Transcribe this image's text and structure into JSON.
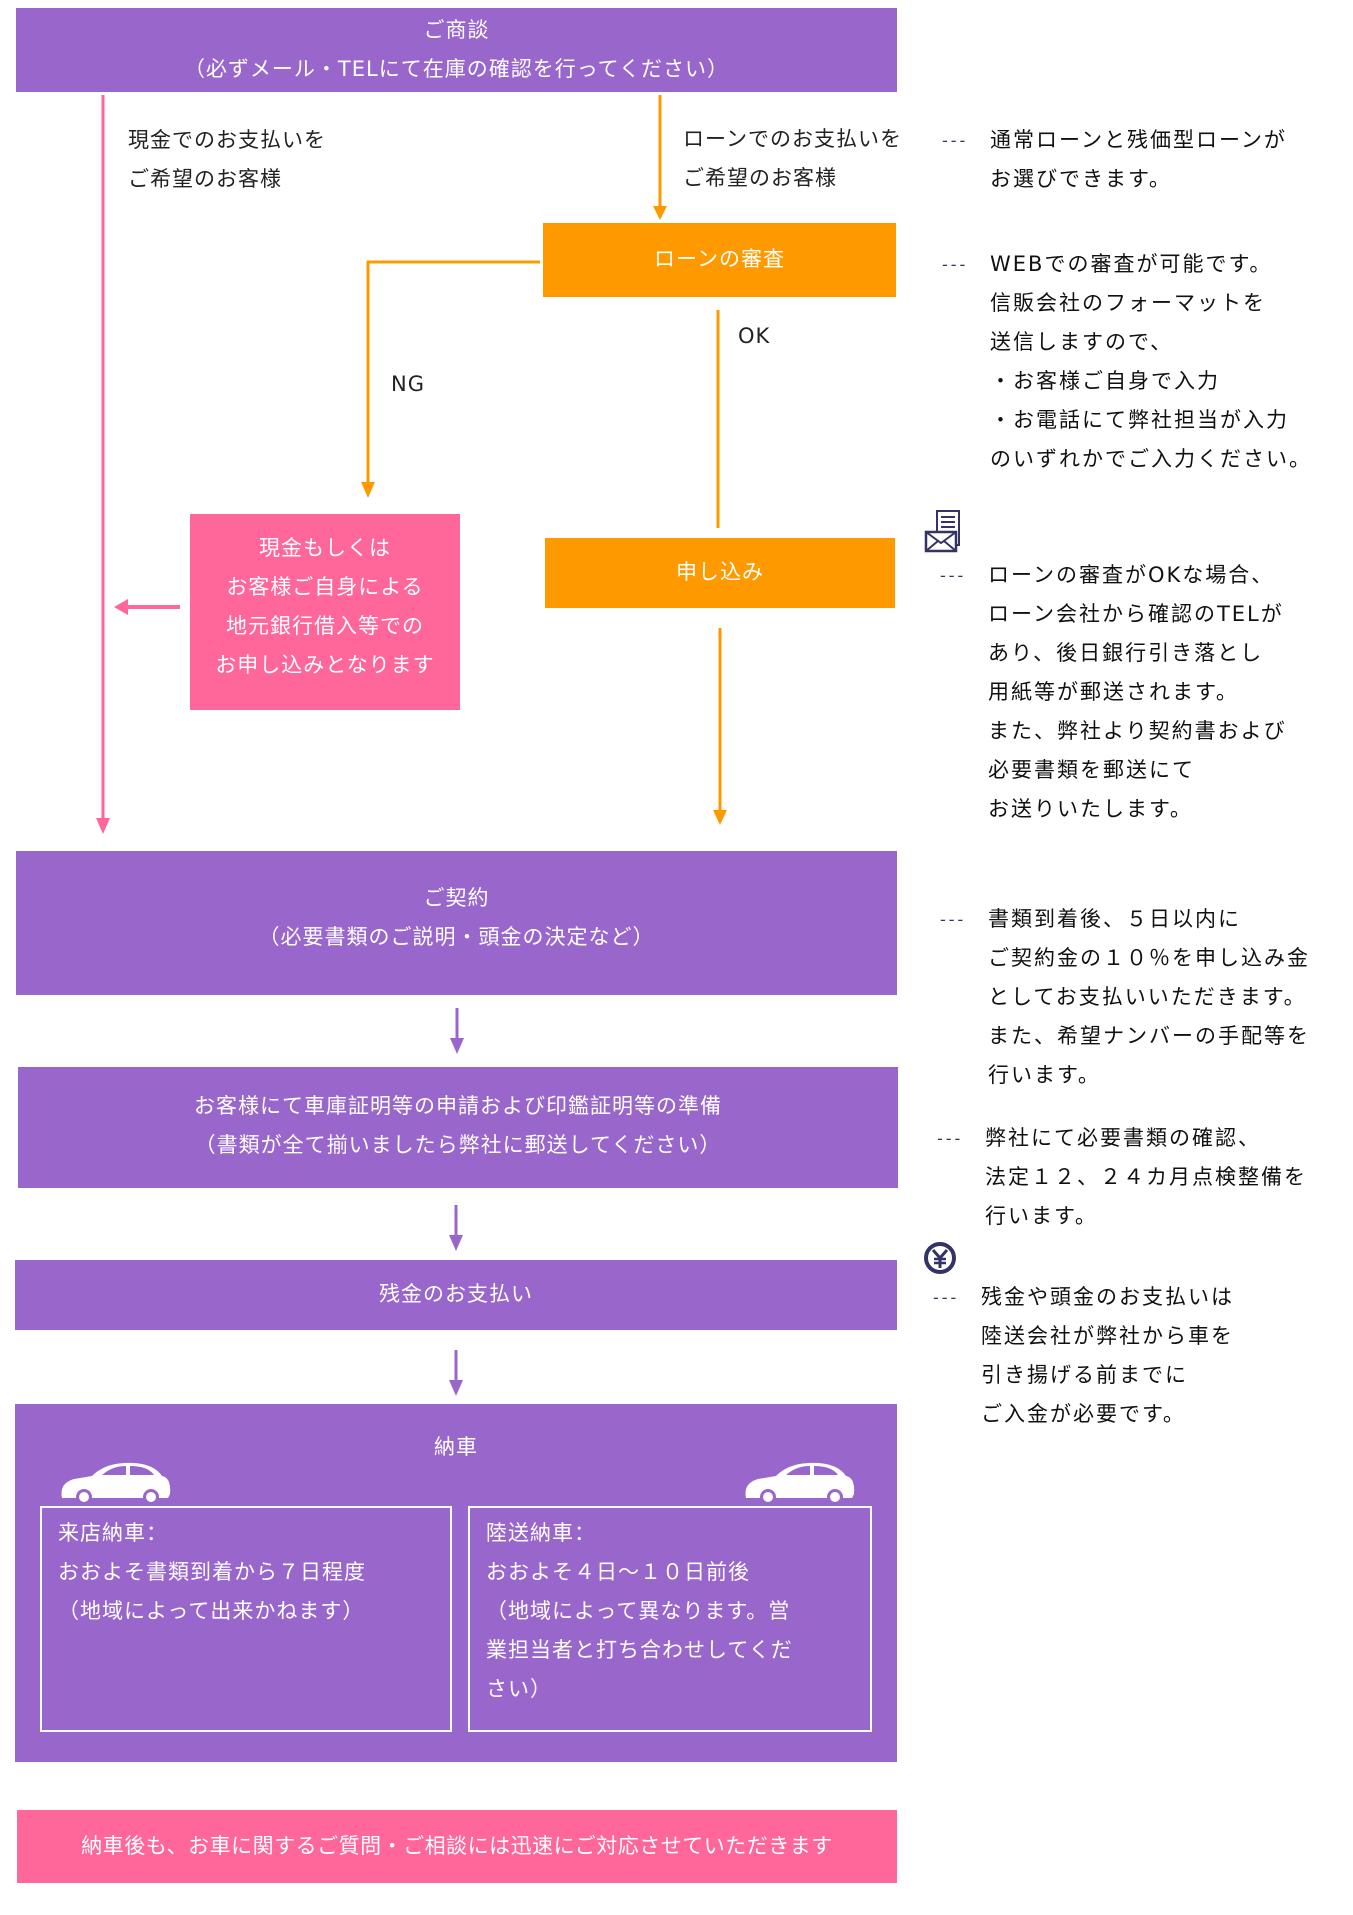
{
  "colors": {
    "step": "#9966cc",
    "loan": "#ff9900",
    "cash": "#ff6699",
    "note_dash": "#333355"
  },
  "steps": {
    "consultation": {
      "title": "ご商談",
      "subtitle": "（必ずメール・TELにて在庫の確認を行ってください）"
    },
    "loan_review": {
      "title": "ローンの審査"
    },
    "application": {
      "title": "申し込み"
    },
    "cash_alternative": {
      "lines": [
        "現金もしくは",
        "お客様ご自身による",
        "地元銀行借入等での",
        "お申し込みとなります"
      ]
    },
    "contract": {
      "title": "ご契約",
      "subtitle": "（必要書類のご説明・頭金の決定など）"
    },
    "preparation": {
      "title": "お客様にて車庫証明等の申請および印鑑証明等の準備",
      "subtitle": "（書類が全て揃いましたら弊社に郵送してください）"
    },
    "balance_payment": {
      "title": "残金のお支払い"
    },
    "delivery": {
      "title": "納車",
      "store": {
        "heading": "来店納車：",
        "lines": [
          "おおよそ書類到着から７日程度",
          "（地域によって出来かねます）"
        ]
      },
      "transport": {
        "heading": "陸送納車：",
        "lines": [
          "おおよそ４日～１０日前後",
          "（地域によって異なります。営",
          "業担当者と打ち合わせしてくだ",
          "さい）"
        ]
      }
    },
    "after_service": {
      "text": "納車後も、お車に関するご質問・ご相談には迅速にご対応させていただきます"
    }
  },
  "branch_labels": {
    "cash": [
      "現金でのお支払いを",
      "ご希望のお客様"
    ],
    "loan": [
      "ローンでのお支払いを",
      "ご希望のお客様"
    ],
    "ng": "NG",
    "ok": "OK"
  },
  "notes": [
    {
      "lines": [
        "通常ローンと残価型ローンが",
        "お選びできます。"
      ]
    },
    {
      "lines": [
        "WEBでの審査が可能です。",
        "信販会社のフォーマットを",
        "送信しますので、",
        "・お客様ご自身で入力",
        "・お電話にて弊社担当が入力",
        "のいずれかでご入力ください。"
      ]
    },
    {
      "icon": "mail-document-icon",
      "lines": [
        "ローンの審査がOKな場合、",
        "ローン会社から確認のTELが",
        "あり、後日銀行引き落とし",
        "用紙等が郵送されます。",
        "また、弊社より契約書および",
        "必要書類を郵送にて",
        "お送りいたします。"
      ]
    },
    {
      "lines": [
        "書類到着後、５日以内に",
        "ご契約金の１０％を申し込み金",
        "としてお支払いいただきます。",
        "また、希望ナンバーの手配等を",
        "行います。"
      ]
    },
    {
      "lines": [
        "弊社にて必要書類の確認、",
        "法定１２、２４カ月点検整備を",
        "行います。"
      ]
    },
    {
      "icon": "yen-icon",
      "lines": [
        "残金や頭金のお支払いは",
        "陸送会社が弊社から車を",
        "引き揚げる前までに",
        "ご入金が必要です。"
      ]
    }
  ],
  "dash_marker": "---"
}
